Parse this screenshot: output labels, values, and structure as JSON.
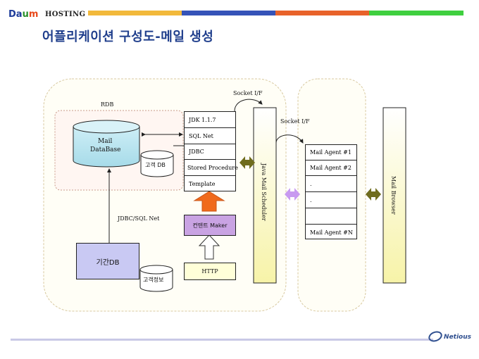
{
  "header": {
    "logo_parts": [
      "Da",
      "u",
      "m"
    ],
    "hosting": "HOSTING",
    "title": "어플리케이션 구성도-메일 생성",
    "bar_colors": [
      "#f2b93b",
      "#3553b8",
      "#e8622a",
      "#3fcf3f"
    ]
  },
  "diagram": {
    "rdb_label": "RDB",
    "mail_db": [
      "Mail",
      "DataBase"
    ],
    "customer_db": "고객 DB",
    "stack_items": [
      "JDK 1.1.7",
      "SQL Net",
      "JDBC",
      "Stored Procedure",
      "Template"
    ],
    "content_maker": "컨텐트 Maker",
    "http": "HTTP",
    "jdbc_sqlnet": "JDBC/SQL Net",
    "source_db": "기간DB",
    "customer_info": "고객정보",
    "socket_if_1": "Socket I/F",
    "socket_if_2": "Socket I/F",
    "scheduler": "Java Mail Scheduler",
    "agents": [
      "Mail Agent #1",
      "Mail Agent #2",
      ".",
      ".",
      "Mail Agent #N"
    ],
    "browser": "Mail Browser"
  },
  "footer": {
    "brand": "Netious"
  }
}
